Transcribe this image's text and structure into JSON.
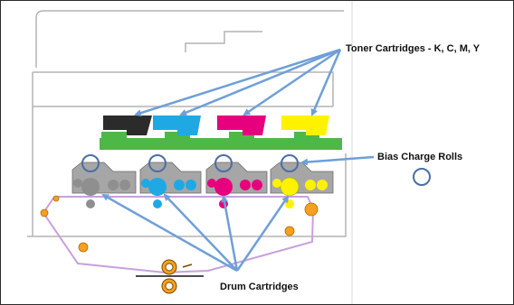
{
  "labels": {
    "toner": "Toner Cartridges - K, C, M, Y",
    "bias": "Bias Charge Rolls",
    "drum": "Drum Cartridges"
  },
  "cartridges": [
    {
      "key": "k",
      "color": "#2b2b2b",
      "drum_color": "#8f8f8f"
    },
    {
      "key": "c",
      "color": "#1ea9e4",
      "drum_color": "#1ea9e4"
    },
    {
      "key": "m",
      "color": "#e6007e",
      "drum_color": "#e6007e"
    },
    {
      "key": "y",
      "color": "#fff200",
      "drum_color": "#fff200"
    }
  ],
  "colors": {
    "arrow": "#6f9fd8",
    "transfer_belt_rail": "#4db848",
    "paper_path": "#c9a0dc",
    "roller": "#f7a01d",
    "bias_ring": "#4a6fa5",
    "housing": "#b3b3b3"
  }
}
